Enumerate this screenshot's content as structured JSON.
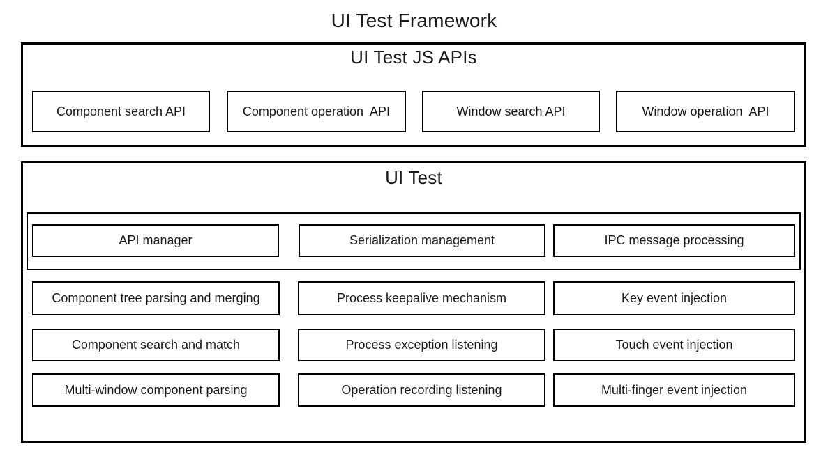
{
  "page": {
    "title": "UI Test Framework"
  },
  "colors": {
    "border": "#000000",
    "text": "#1a1a1a",
    "background": "#ffffff"
  },
  "js_apis_section": {
    "title": "UI Test JS APIs",
    "boxes": [
      {
        "label": "Component search API"
      },
      {
        "label": "Component operation  API"
      },
      {
        "label": "Window search API"
      },
      {
        "label": "Window operation  API"
      }
    ]
  },
  "ui_test_section": {
    "title": "UI Test",
    "core_group": {
      "boxes": [
        {
          "label": "API manager"
        },
        {
          "label": "Serialization management"
        },
        {
          "label": "IPC message processing"
        }
      ]
    },
    "feature_rows": [
      {
        "cells": [
          {
            "label": "Component tree parsing and merging"
          },
          {
            "label": "Process keepalive mechanism"
          },
          {
            "label": "Key event injection"
          }
        ]
      },
      {
        "cells": [
          {
            "label": "Component search and match"
          },
          {
            "label": "Process exception listening"
          },
          {
            "label": "Touch event injection"
          }
        ]
      },
      {
        "cells": [
          {
            "label": "Multi-window component parsing"
          },
          {
            "label": "Operation recording listening"
          },
          {
            "label": "Multi-finger event injection"
          }
        ]
      }
    ]
  }
}
